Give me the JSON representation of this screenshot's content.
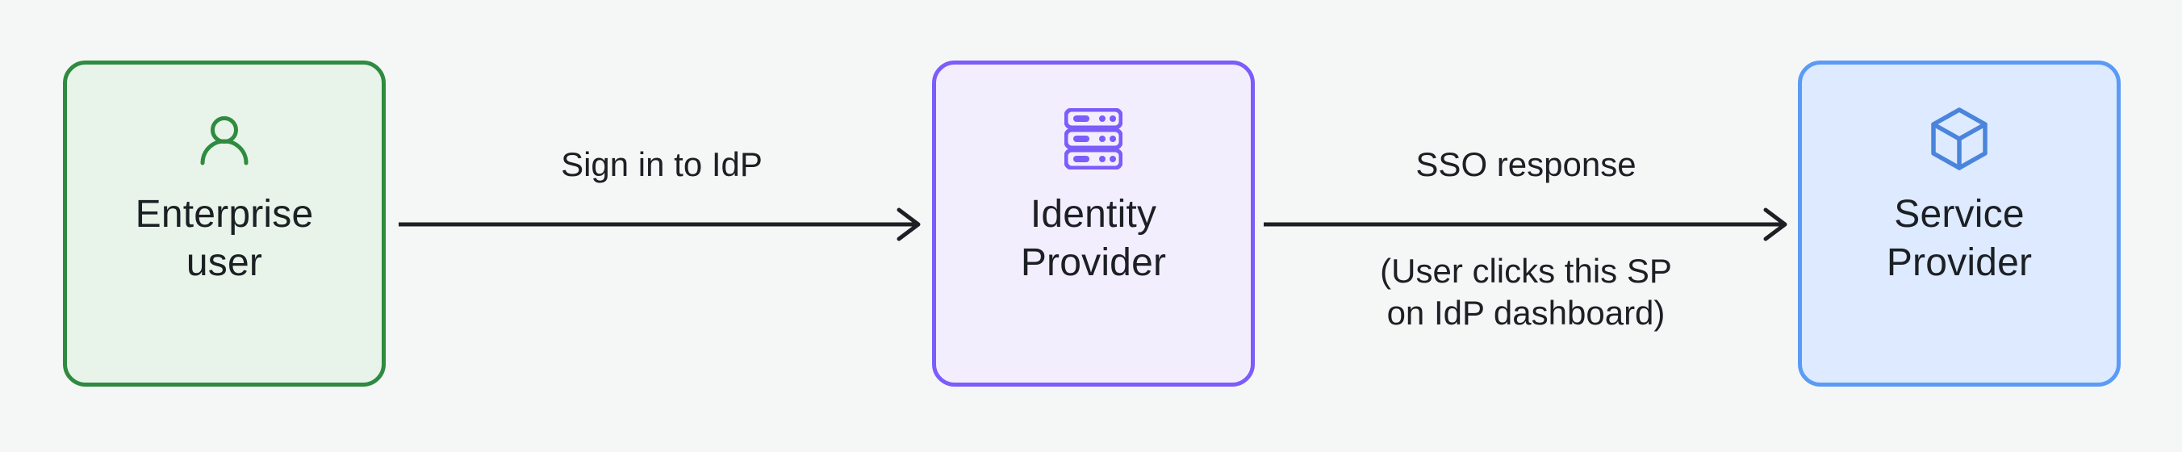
{
  "diagram": {
    "background_color": "#f5f7f6",
    "nodes": [
      {
        "id": "enterprise-user",
        "label": "Enterprise\nuser",
        "icon": "person-icon",
        "border_color": "#2e8b3f",
        "fill_color": "#e8f4e9"
      },
      {
        "id": "identity-provider",
        "label": "Identity\nProvider",
        "icon": "server-rack-icon",
        "border_color": "#7c5cfa",
        "fill_color": "#f3eefe"
      },
      {
        "id": "service-provider",
        "label": "Service\nProvider",
        "icon": "cube-icon",
        "border_color": "#5b9bf5",
        "fill_color": "#ddeaff"
      }
    ],
    "edges": [
      {
        "id": "user-to-idp",
        "label_above": "Sign in to IdP",
        "label_below": "",
        "color": "#1c2024"
      },
      {
        "id": "idp-to-sp",
        "label_above": "SSO response",
        "label_below": "(User clicks this SP\non IdP dashboard)",
        "color": "#1c2024"
      }
    ]
  }
}
